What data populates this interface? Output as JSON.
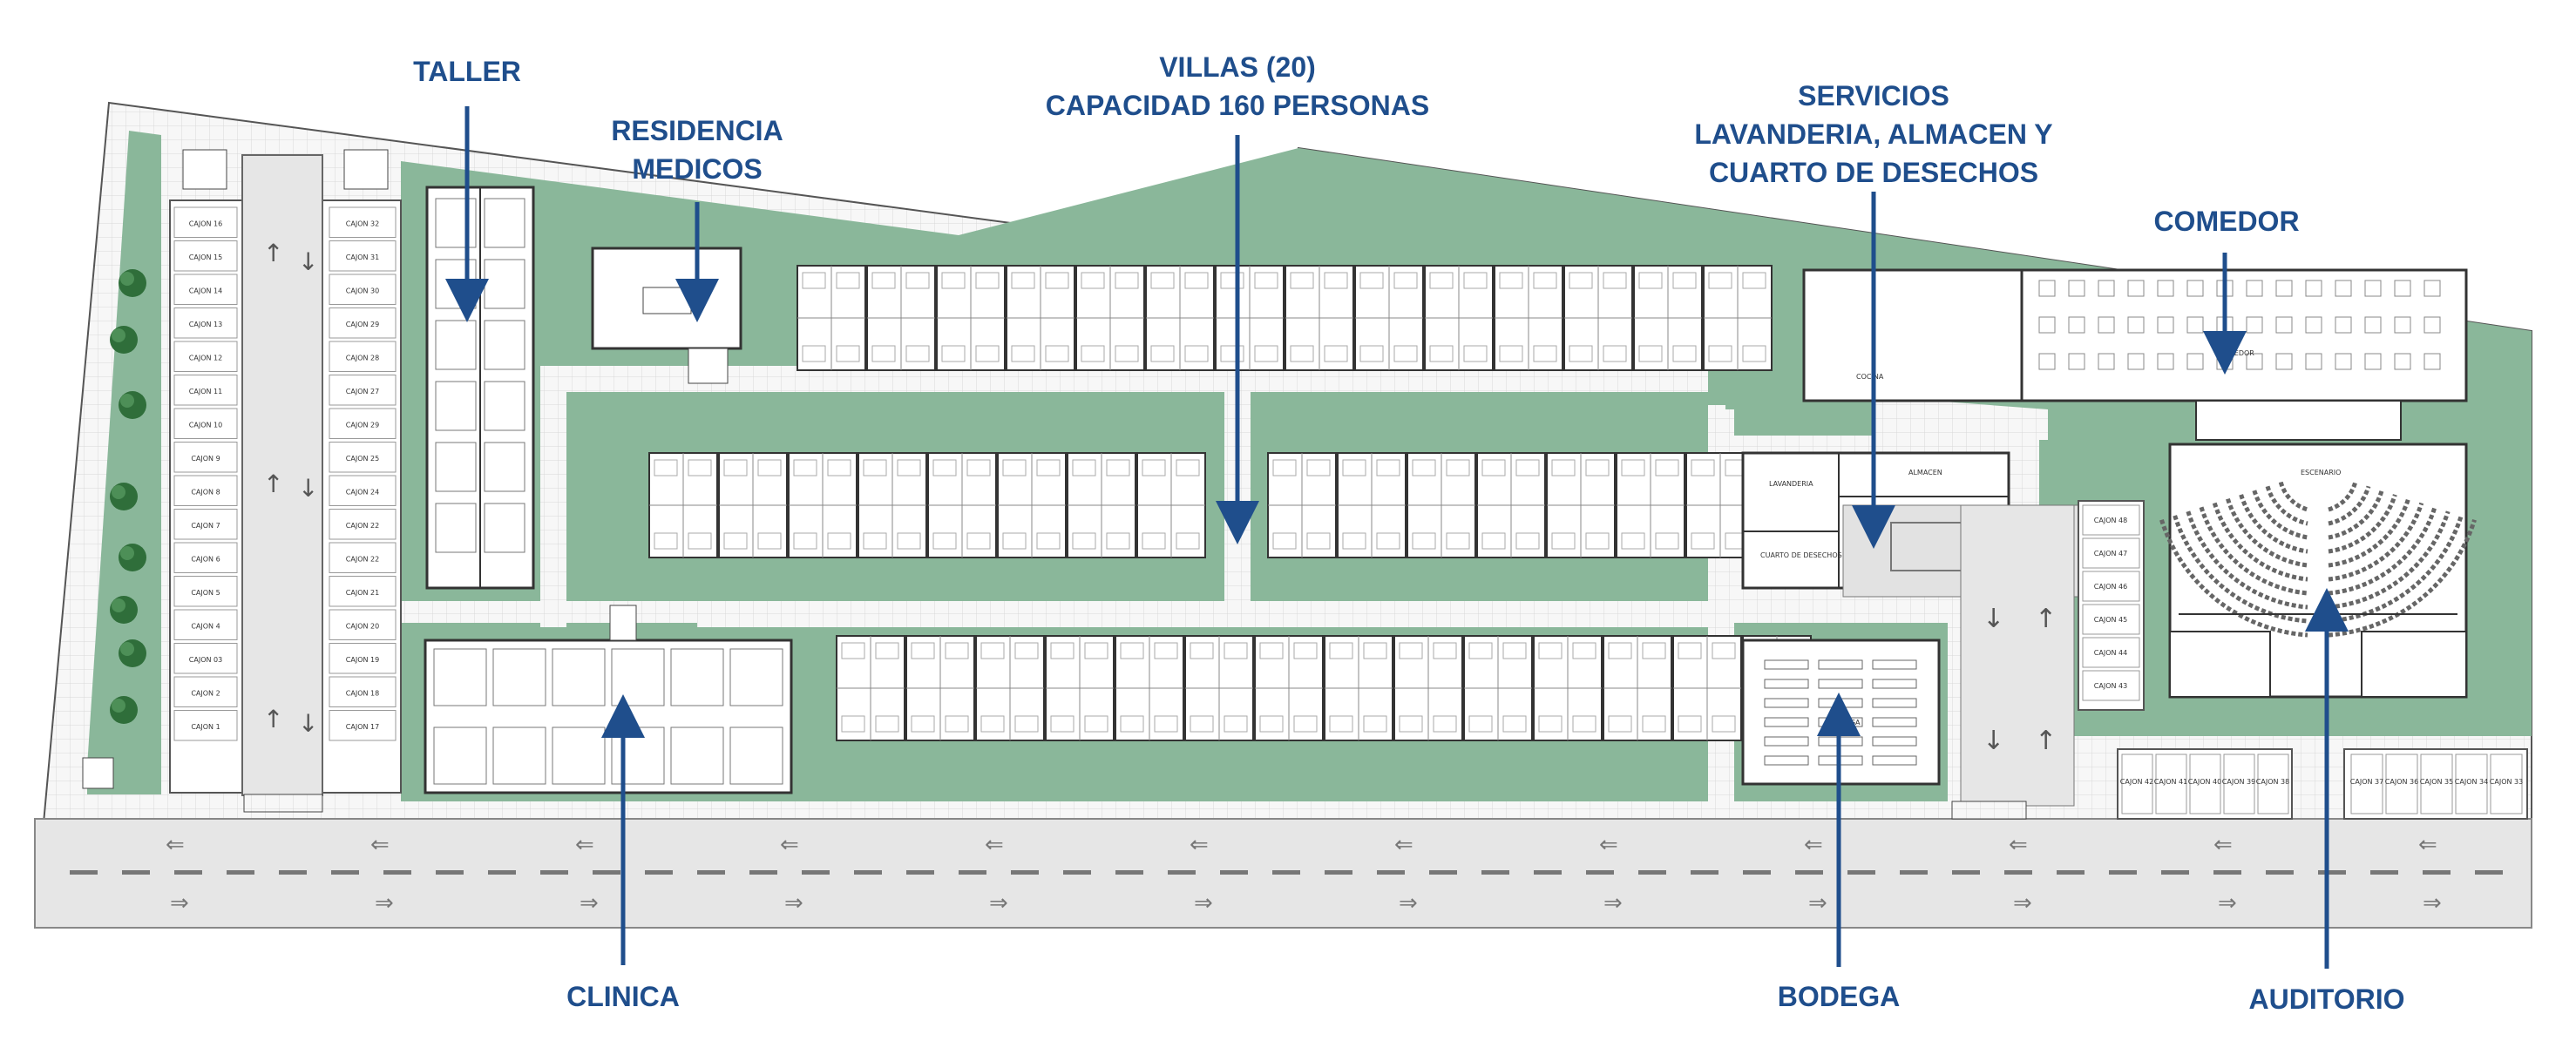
{
  "labels": {
    "taller": "TALLER",
    "residencia": [
      "RESIDENCIA",
      "MEDICOS"
    ],
    "villas": [
      "VILLAS (20)",
      "CAPACIDAD 160 PERSONAS"
    ],
    "servicios": [
      "SERVICIOS",
      "LAVANDERIA, ALMACEN Y",
      "CUARTO DE DESECHOS"
    ],
    "comedor": "COMEDOR",
    "clinica": "CLINICA",
    "bodega": "BODEGA",
    "auditorio": "AUDITORIO"
  },
  "parking_left_a": [
    "CAJON 16",
    "CAJON 15",
    "CAJON 14",
    "CAJON 13",
    "CAJON 12",
    "CAJON 11",
    "CAJON 10",
    "CAJON 9",
    "CAJON 8",
    "CAJON 7",
    "CAJON 6",
    "CAJON 5",
    "CAJON 4",
    "CAJON 03",
    "CAJON 2",
    "CAJON 1"
  ],
  "parking_left_b": [
    "CAJON 32",
    "CAJON 31",
    "CAJON 30",
    "CAJON 29",
    "CAJON 28",
    "CAJON 27",
    "CAJON 29",
    "CAJON 25",
    "CAJON 24",
    "CAJON 22",
    "CAJON 22",
    "CAJON 21",
    "CAJON 20",
    "CAJON 19",
    "CAJON 18",
    "CAJON 17"
  ],
  "parking_right": [
    "CAJON 48",
    "CAJON 47",
    "CAJON 46",
    "CAJON 45",
    "CAJON 44",
    "CAJON 43"
  ],
  "parking_bottom_a": [
    "CAJON 42",
    "CAJON 41",
    "CAJON 40",
    "CAJON 39",
    "CAJON 38"
  ],
  "parking_bottom_b": [
    "CAJON 37",
    "CAJON 36",
    "CAJON 35",
    "CAJON 34",
    "CAJON 33"
  ],
  "room_labels": {
    "lavanderia": "LAVANDERIA",
    "almacen": "ALMACEN",
    "cuarto": "CUARTO DE DESECHOS",
    "cocina": "COCINA",
    "bodega_room": "BODEGA",
    "comedor_room": "COMEDOR",
    "escenario": "ESCENARIO"
  },
  "colors": {
    "green": "#8ab79a",
    "accent": "#1f4e8c",
    "road": "#e6e6e6"
  }
}
